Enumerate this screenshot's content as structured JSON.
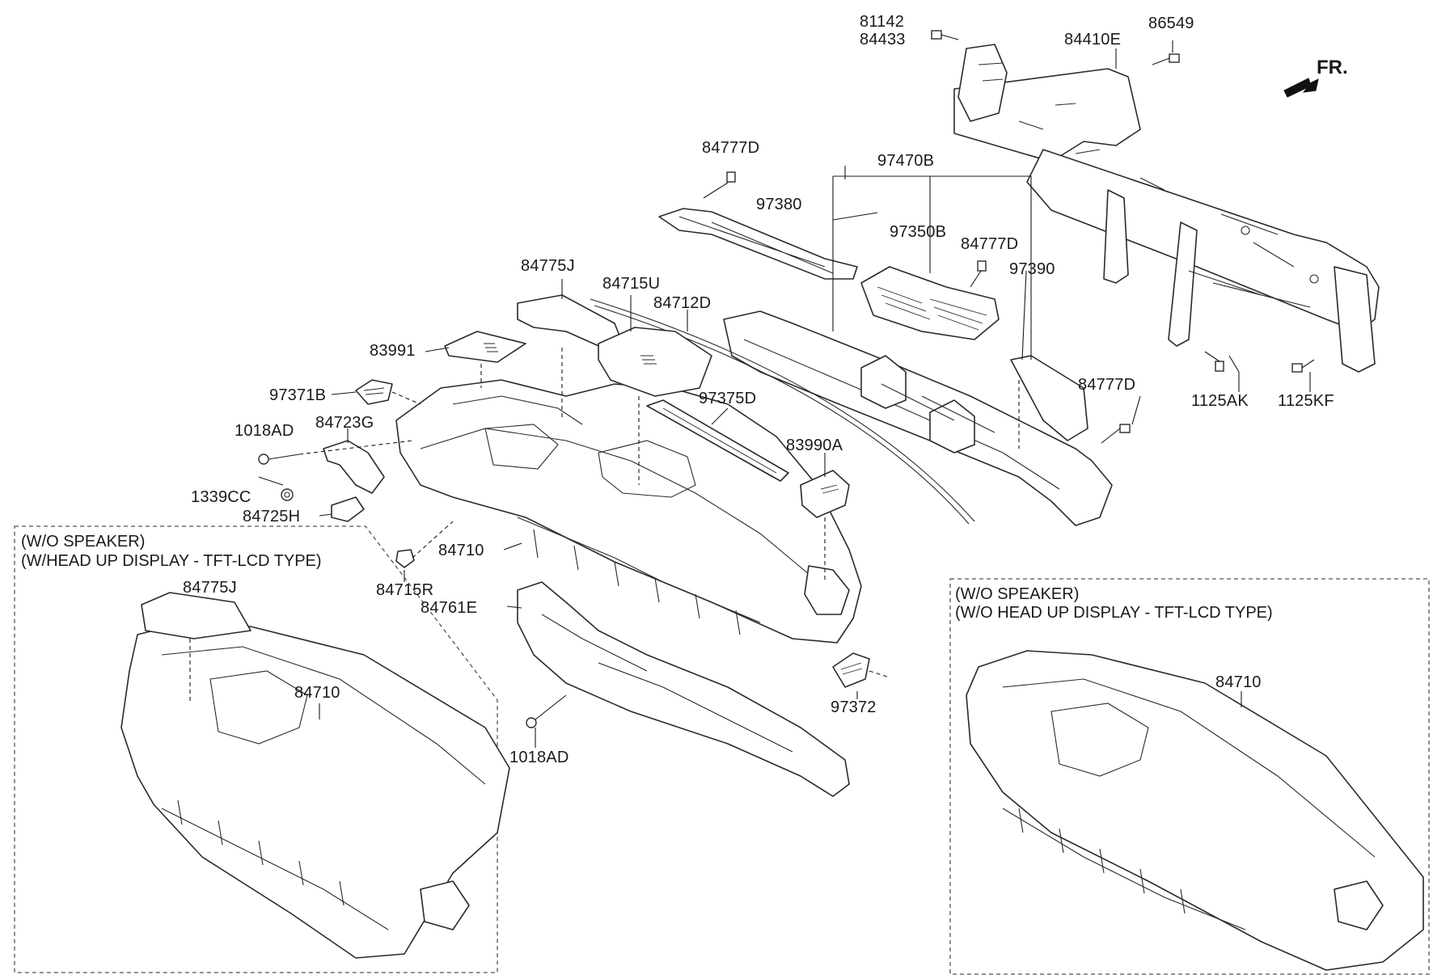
{
  "labels": {
    "p81142": "81142",
    "p84433": "84433",
    "p84410E": "84410E",
    "p86549": "86549",
    "fr": "FR.",
    "p84777D_a": "84777D",
    "p97470B": "97470B",
    "p97380": "97380",
    "p97350B": "97350B",
    "p84777D_b": "84777D",
    "p97390": "97390",
    "p84775J": "84775J",
    "p84715U": "84715U",
    "p84712D": "84712D",
    "p83991": "83991",
    "p97371B": "97371B",
    "p97375D": "97375D",
    "p84777D_c": "84777D",
    "p1125AK": "1125AK",
    "p1125KF": "1125KF",
    "p1018AD_a": "1018AD",
    "p84723G": "84723G",
    "p83990A": "83990A",
    "p1339CC": "1339CC",
    "p84725H": "84725H",
    "p84710": "84710",
    "p84715R": "84715R",
    "p84761E": "84761E",
    "p97372": "97372",
    "p1018AD_b": "1018AD",
    "p84775J_left": "84775J",
    "p84710_left": "84710",
    "p84710_right": "84710"
  },
  "variants": {
    "left": {
      "line1": "(W/O SPEAKER)",
      "line2": "(W/HEAD UP DISPLAY - TFT-LCD TYPE)"
    },
    "right": {
      "line1": "(W/O SPEAKER)",
      "line2": "(W/O HEAD UP DISPLAY - TFT-LCD TYPE)"
    }
  }
}
